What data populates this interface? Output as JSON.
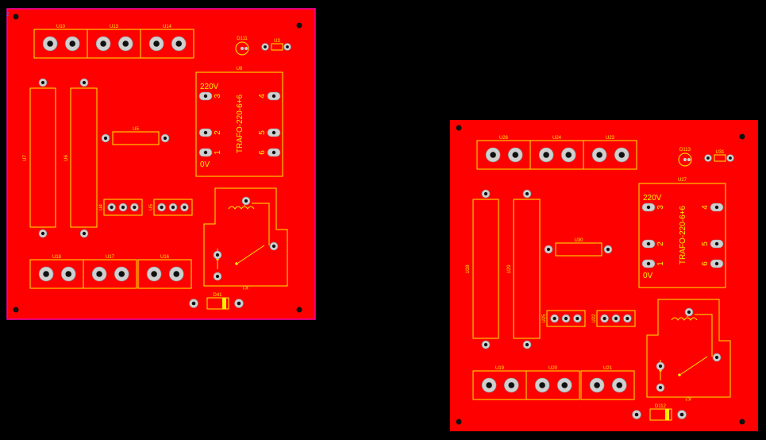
{
  "colors": {
    "background": "#000000",
    "board": "#ff0000",
    "silkscreen": "#ffee00",
    "pad": "#cfcfcf",
    "pad_hole": "#111111",
    "board_edge": "#ff00aa"
  },
  "board_left": {
    "corner_label": "Z",
    "designators": {
      "t1": "U10",
      "t2": "U13",
      "t3": "U14",
      "led": "D111",
      "res_small": "U3",
      "trafo": "U8",
      "v1": "U7",
      "v2": "U6",
      "res_mid": "U5",
      "hdr1": "U4",
      "hdr2": "U5",
      "b1": "U18",
      "b2": "U17",
      "b3": "U16",
      "relay": "K1",
      "diode": "D41"
    },
    "trafo": {
      "label": "TRAFO-220-6+6",
      "v_high": "220V",
      "v_low": "0V",
      "pins": [
        "3",
        "2",
        "1",
        "4",
        "5",
        "6"
      ]
    }
  },
  "board_right": {
    "designators": {
      "t1": "U26",
      "t2": "U24",
      "t3": "U23",
      "led": "D113",
      "res_small": "U31",
      "trafo": "U27",
      "v1": "U28",
      "v2": "U29",
      "res_mid": "U30",
      "hdr1": "U25",
      "hdr2": "U22",
      "b1": "U19",
      "b2": "U20",
      "b3": "U21",
      "relay": "K2",
      "diode": "D112"
    },
    "trafo": {
      "label": "TRAFO-220-6+6",
      "v_high": "220V",
      "v_low": "0V",
      "pins": [
        "3",
        "2",
        "1",
        "4",
        "5",
        "6"
      ]
    }
  }
}
